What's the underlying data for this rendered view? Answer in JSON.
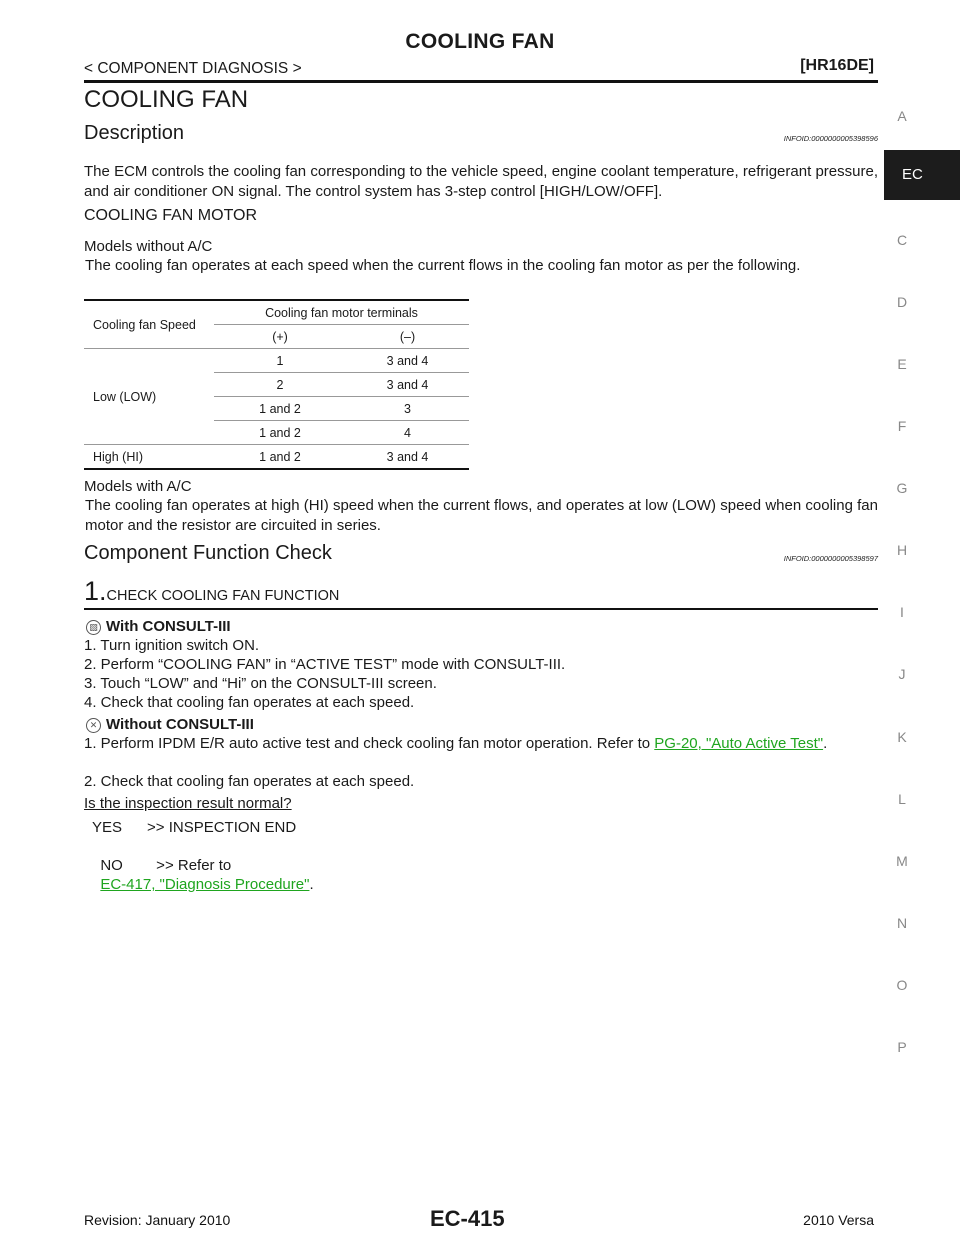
{
  "header": {
    "title": "COOLING FAN",
    "breadcrumb": "< COMPONENT DIAGNOSIS >",
    "engine": "[HR16DE]"
  },
  "side_index": {
    "letters": [
      "A",
      "C",
      "D",
      "E",
      "F",
      "G",
      "H",
      "I",
      "J",
      "K",
      "L",
      "M",
      "N",
      "O",
      "P"
    ],
    "active": "EC"
  },
  "main": {
    "heading": "COOLING FAN",
    "description": {
      "title": "Description",
      "infoid": "INFOID:0000000005398596",
      "text": "The ECM controls the cooling fan corresponding to the vehicle speed, engine coolant temperature, refrigerant pressure, and air conditioner ON signal. The control system has 3-step control [HIGH/LOW/OFF].",
      "motor_title": "COOLING FAN MOTOR",
      "no_ac_label": "Models without A/C",
      "no_ac_text": "The cooling fan operates at each speed when the current flows in the cooling fan motor as per the following.",
      "with_ac_label": "Models with A/C",
      "with_ac_text": "The cooling fan operates at high (HI) speed when the current flows, and operates at low (LOW) speed when cooling fan motor and the resistor are circuited in series."
    },
    "table": {
      "col_speed": "Cooling fan Speed",
      "col_terminals": "Cooling fan motor terminals",
      "col_plus": "(+)",
      "col_minus": "(–)",
      "rows": [
        {
          "speed": "Low (LOW)",
          "plus": "1",
          "minus": "3 and 4"
        },
        {
          "speed": "",
          "plus": "2",
          "minus": "3 and 4"
        },
        {
          "speed": "",
          "plus": "1 and 2",
          "minus": "3"
        },
        {
          "speed": "",
          "plus": "1 and 2",
          "minus": "4"
        },
        {
          "speed": "High (HI)",
          "plus": "1 and 2",
          "minus": "3 and 4"
        }
      ]
    },
    "function_check": {
      "title": "Component Function Check",
      "infoid": "INFOID:0000000005398597",
      "step_num": "1.",
      "step_title": "CHECK COOLING FAN FUNCTION",
      "with_label": "With CONSULT-III",
      "with_steps": [
        "1. Turn ignition switch ON.",
        "2. Perform “COOLING FAN” in “ACTIVE TEST” mode with CONSULT-III.",
        "3. Touch “LOW” and “Hi” on the CONSULT-III screen.",
        "4. Check that cooling fan operates at each speed."
      ],
      "without_label": "Without CONSULT-III",
      "without_step1_a": "1.   Perform IPDM E/R auto active test and check cooling fan motor operation. Refer to",
      "without_step1_link": "PG-20, \"Auto Active Test\"",
      "without_step2": "2. Check that cooling fan operates at each speed.",
      "question": "Is the inspection result normal?",
      "yes_line": "YES      >> INSPECTION END",
      "no_prefix": "NO        >> Refer to",
      "no_link": "EC-417, \"Diagnosis Procedure\""
    }
  },
  "footer": {
    "revision": "Revision: January 2010",
    "page": "EC-415",
    "model": "2010 Versa"
  }
}
